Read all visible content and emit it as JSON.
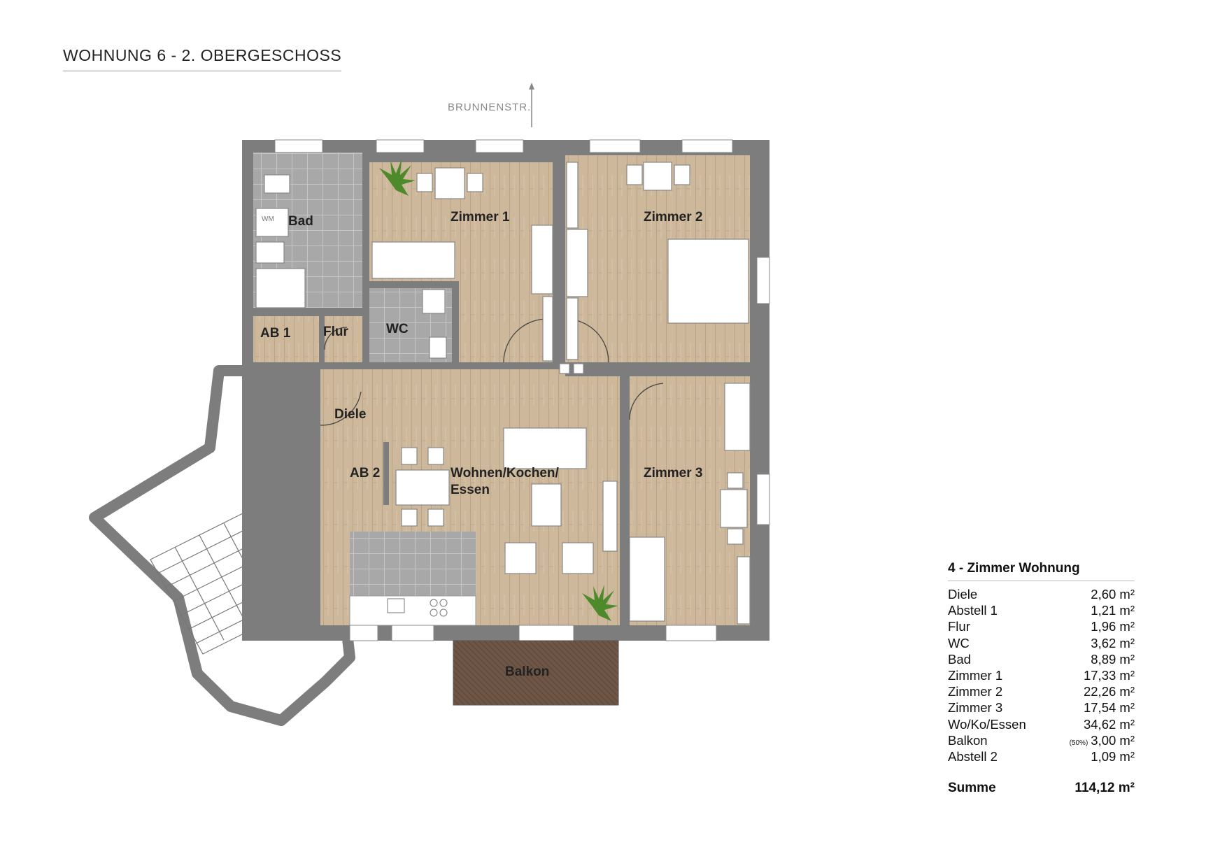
{
  "title": "WOHNUNG 6 - 2. OBERGESCHOSS",
  "street": "BRUNNENSTR.",
  "rooms": {
    "bad": "Bad",
    "wm": "WM",
    "zimmer1": "Zimmer 1",
    "zimmer2": "Zimmer 2",
    "zimmer3": "Zimmer 3",
    "ab1": "AB 1",
    "flur": "Flur",
    "wc": "WC",
    "diele": "Diele",
    "ab2": "AB 2",
    "wohnen1": "Wohnen/Kochen/",
    "wohnen2": "Essen",
    "balkon": "Balkon"
  },
  "colors": {
    "wall": "#7d7d7d",
    "wood": "#cdb89c",
    "tile": "#a9a9a9",
    "balcony": "#6e5646"
  },
  "area_table": {
    "heading": "4 - Zimmer Wohnung",
    "rows": [
      {
        "name": "Diele",
        "note": "",
        "area": "2,60 m²"
      },
      {
        "name": "Abstell 1",
        "note": "",
        "area": "1,21 m²"
      },
      {
        "name": "Flur",
        "note": "",
        "area": "1,96 m²"
      },
      {
        "name": "WC",
        "note": "",
        "area": "3,62 m²"
      },
      {
        "name": "Bad",
        "note": "",
        "area": "8,89 m²"
      },
      {
        "name": "Zimmer 1",
        "note": "",
        "area": "17,33 m²"
      },
      {
        "name": "Zimmer 2",
        "note": "",
        "area": "22,26 m²"
      },
      {
        "name": "Zimmer 3",
        "note": "",
        "area": "17,54 m²"
      },
      {
        "name": "Wo/Ko/Essen",
        "note": "",
        "area": "34,62 m²"
      },
      {
        "name": "Balkon",
        "note": "(50%)",
        "area": "3,00 m²"
      },
      {
        "name": "Abstell 2",
        "note": "",
        "area": "1,09 m²"
      }
    ],
    "sum_label": "Summe",
    "sum_value": "114,12 m²"
  }
}
